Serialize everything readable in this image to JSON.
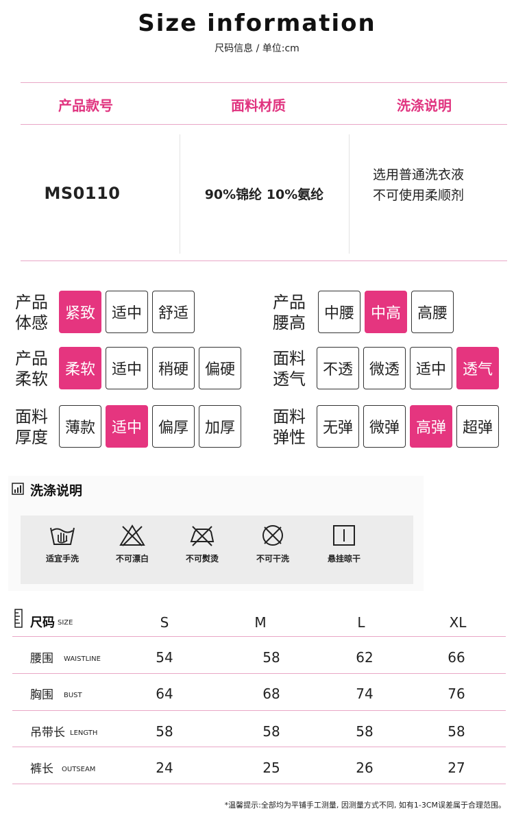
{
  "header": {
    "title": "Size information",
    "subtitle": "尺码信息 / 单位:cm"
  },
  "info_table": {
    "headers": [
      "产品款号",
      "面料材质",
      "洗涤说明"
    ],
    "model": "MS0110",
    "fabric": "90%锦纶 10%氨纶",
    "wash_lines": [
      "选用普通洗衣液",
      "不可使用柔顺剂"
    ]
  },
  "attributes": [
    {
      "label": [
        "产品",
        "体感"
      ],
      "options": [
        "紧致",
        "适中",
        "舒适"
      ],
      "selected": 0
    },
    {
      "label": [
        "产品",
        "腰高"
      ],
      "options": [
        "中腰",
        "中高",
        "高腰"
      ],
      "selected": 1
    },
    {
      "label": [
        "产品",
        "柔软"
      ],
      "options": [
        "柔软",
        "适中",
        "稍硬",
        "偏硬"
      ],
      "selected": 0
    },
    {
      "label": [
        "面料",
        "透气"
      ],
      "options": [
        "不透",
        "微透",
        "适中",
        "透气"
      ],
      "selected": 3
    },
    {
      "label": [
        "面料",
        "厚度"
      ],
      "options": [
        "薄款",
        "适中",
        "偏厚",
        "加厚"
      ],
      "selected": 1
    },
    {
      "label": [
        "面料",
        "弹性"
      ],
      "options": [
        "无弹",
        "微弹",
        "高弹",
        "超弹"
      ],
      "selected": 2
    }
  ],
  "care": {
    "title": "洗涤说明",
    "items": [
      {
        "icon": "hand-wash-icon",
        "label": "适宜手洗"
      },
      {
        "icon": "no-bleach-icon",
        "label": "不可漂白"
      },
      {
        "icon": "no-iron-icon",
        "label": "不可熨烫"
      },
      {
        "icon": "no-dry-clean-icon",
        "label": "不可干洗"
      },
      {
        "icon": "hang-dry-icon",
        "label": "悬挂晾干"
      }
    ]
  },
  "size_table": {
    "label": "尺码",
    "label_en": "SIZE",
    "sizes": [
      "S",
      "M",
      "L",
      "XL"
    ],
    "rows": [
      {
        "label": "腰围",
        "label_en": "WAISTLINE",
        "values": [
          "54",
          "58",
          "62",
          "66"
        ]
      },
      {
        "label": "胸围",
        "label_en": "BUST",
        "values": [
          "64",
          "68",
          "74",
          "76"
        ]
      },
      {
        "label": "吊带长",
        "label_en": "LENGTH",
        "values": [
          "58",
          "58",
          "58",
          "58"
        ]
      },
      {
        "label": "裤长",
        "label_en": "OUTSEAM",
        "values": [
          "24",
          "25",
          "26",
          "27"
        ]
      }
    ]
  },
  "footnote": "*温馨提示:全部均为平铺手工测量, 因测量方式不同, 如有1-3CM误差属于合理范围。",
  "colors": {
    "accent": "#e5357f",
    "header_text": "#e0337f",
    "divider": "#e9a6c6"
  }
}
